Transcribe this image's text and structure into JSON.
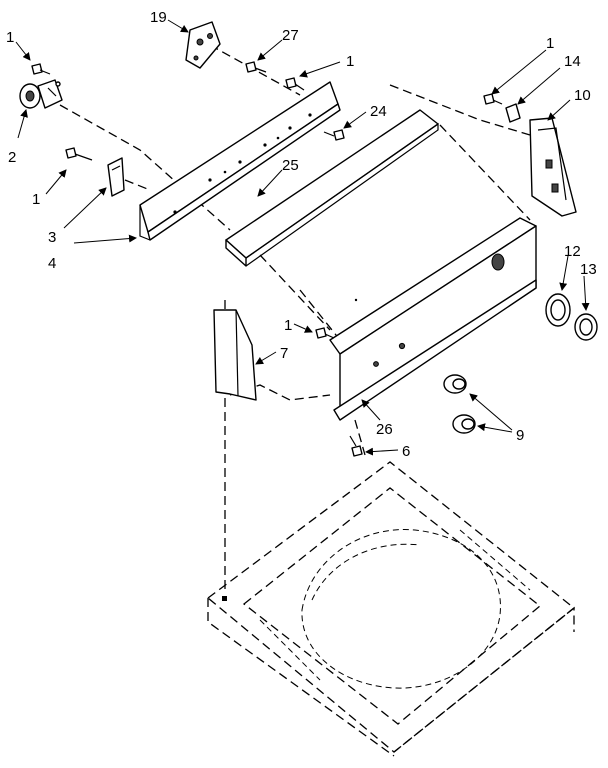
{
  "callouts": [
    {
      "key": "c1a",
      "text": "1"
    },
    {
      "key": "c2",
      "text": "2"
    },
    {
      "key": "c1b",
      "text": "1"
    },
    {
      "key": "c3",
      "text": "3"
    },
    {
      "key": "c4",
      "text": "4"
    },
    {
      "key": "c19",
      "text": "19"
    },
    {
      "key": "c27",
      "text": "27"
    },
    {
      "key": "c1c",
      "text": "1"
    },
    {
      "key": "c24",
      "text": "24"
    },
    {
      "key": "c25",
      "text": "25"
    },
    {
      "key": "c1d",
      "text": "1"
    },
    {
      "key": "c14",
      "text": "14"
    },
    {
      "key": "c10",
      "text": "10"
    },
    {
      "key": "c12",
      "text": "12"
    },
    {
      "key": "c13",
      "text": "13"
    },
    {
      "key": "c1e",
      "text": "1"
    },
    {
      "key": "c7",
      "text": "7"
    },
    {
      "key": "c26",
      "text": "26"
    },
    {
      "key": "c6",
      "text": "6"
    },
    {
      "key": "c9",
      "text": "9"
    }
  ]
}
